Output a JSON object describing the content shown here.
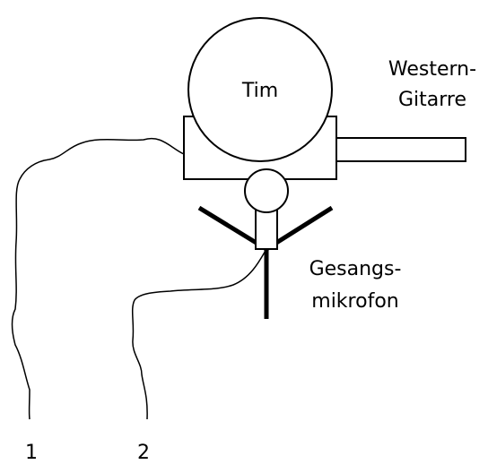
{
  "labels": {
    "person": "Tim",
    "guitar_line1": "Western-",
    "guitar_line2": "Gitarre",
    "mic_line1": "Gesangs-",
    "mic_line2": "mikrofon",
    "cable1": "1",
    "cable2": "2"
  },
  "colors": {
    "stroke": "#000000",
    "background": "#ffffff"
  }
}
